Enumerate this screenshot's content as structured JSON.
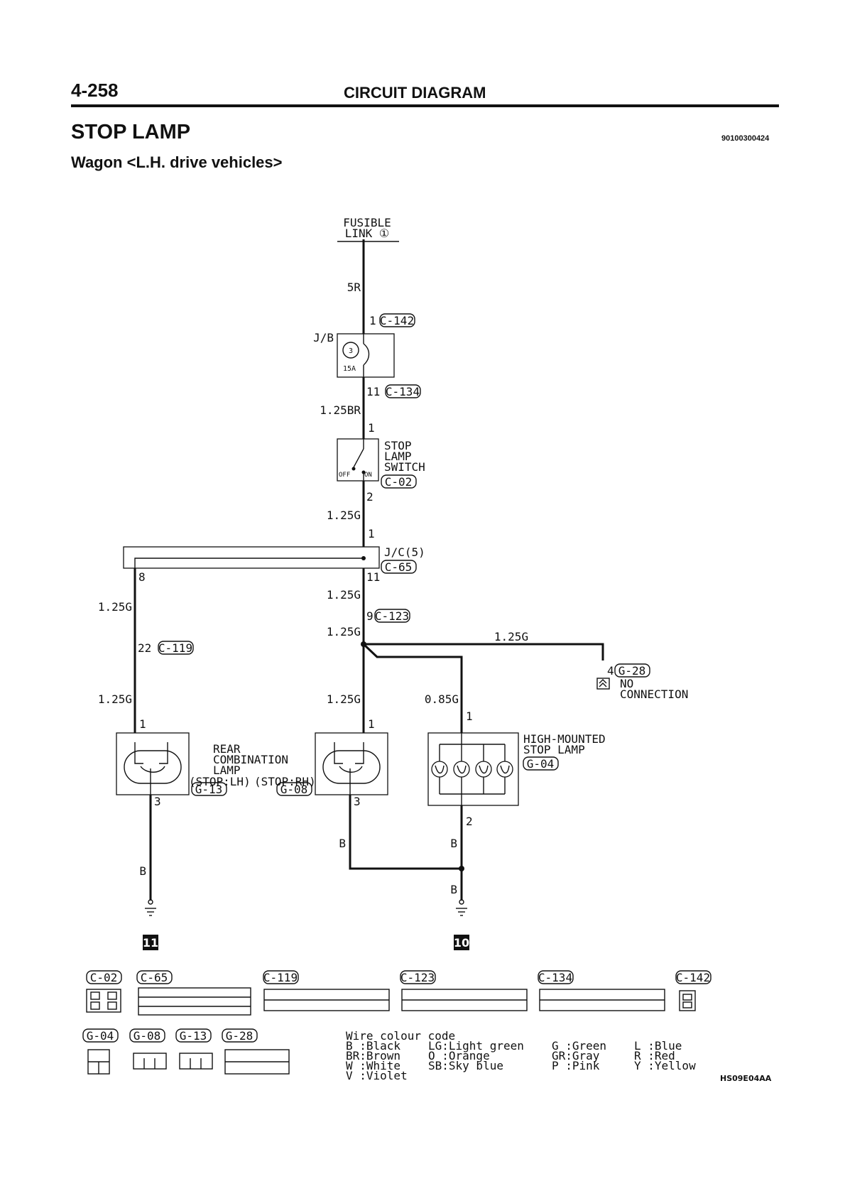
{
  "header": {
    "page_number": "4-258",
    "section": "CIRCUIT DIAGRAM"
  },
  "title": "STOP LAMP",
  "subtitle": "Wagon <L.H. drive vehicles>",
  "document_code": "90100300424",
  "figure_code": "HS09E04AA",
  "diagram": {
    "fusible_link": "FUSIBLE",
    "fusible_link_2": "LINK ①",
    "wire_5r": "5R",
    "pin_1": "1",
    "pin_2": "2",
    "pin_3": "3",
    "pin_4": "4",
    "pin_8": "8",
    "pin_9": "9",
    "pin_11": "11",
    "pin_22": "22",
    "jb": "J/B",
    "fuse_no": "3",
    "fuse_amp": "15A",
    "wire_125br": "1.25BR",
    "wire_125g": "1.25G",
    "wire_085g": "0.85G",
    "wire_b": "B",
    "switch_1": "STOP",
    "switch_2": "LAMP",
    "switch_3": "SWITCH",
    "off": "OFF",
    "on": "ON",
    "jc": "J/C(5)",
    "no_conn_1": "NO",
    "no_conn_2": "CONNECTION",
    "rear_1": "REAR",
    "rear_2": "COMBINATION",
    "rear_3": "LAMP",
    "stop_lh": "(STOP:LH)",
    "stop_rh": "(STOP:RH)",
    "hm_1": "HIGH-MOUNTED",
    "hm_2": "STOP LAMP",
    "ground_11": "11",
    "ground_10": "10",
    "c142": "C-142",
    "c134": "C-134",
    "c02": "C-02",
    "c65": "C-65",
    "c123": "C-123",
    "c119": "C-119",
    "g28": "G-28",
    "g04": "G-04",
    "g13": "G-13",
    "g08": "G-08"
  },
  "connectors": {
    "c02": "C-02",
    "c65": "C-65",
    "c119": "C-119",
    "c123": "C-123",
    "c134": "C-134",
    "c142": "C-142",
    "g04": "G-04",
    "g08": "G-08",
    "g13": "G-13",
    "g28": "G-28"
  },
  "wire_colour": {
    "title": "Wire colour code",
    "col1": [
      "B :Black",
      "BR:Brown",
      "W :White",
      "V :Violet"
    ],
    "col2": [
      "LG:Light green",
      "O :Orange",
      "SB:Sky blue"
    ],
    "col3": [
      "G :Green",
      "GR:Gray",
      "P :Pink"
    ],
    "col4": [
      "L :Blue",
      "R :Red",
      "Y :Yellow"
    ]
  }
}
